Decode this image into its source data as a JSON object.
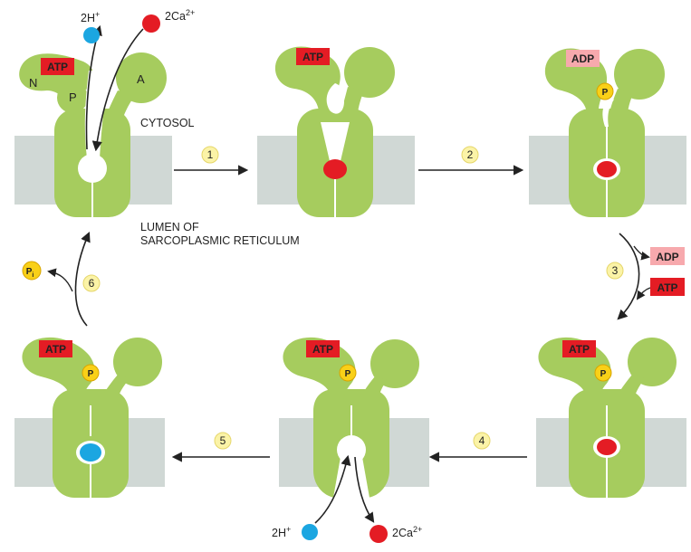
{
  "labels": {
    "cytosol": "CYTOSOL",
    "lumen_line1": "LUMEN OF",
    "lumen_line2": "SARCOPLASMIC RETICULUM"
  },
  "domains": {
    "n": "N",
    "p": "P",
    "a": "A"
  },
  "tags": {
    "atp": "ATP",
    "adp": "ADP",
    "phosphate": "P",
    "pi_main": "P",
    "pi_sub": "i"
  },
  "ions": {
    "h_base": "2H",
    "h_sup": "+",
    "ca_base": "2Ca",
    "ca_sup": "2+"
  },
  "steps": [
    "1",
    "2",
    "3",
    "4",
    "5",
    "6"
  ],
  "colors": {
    "protein": "#a6cc5e",
    "membrane": "#d0d8d5",
    "atp": "#e41c24",
    "adp": "#f7a9ad",
    "calcium": "#e41c24",
    "proton": "#1ba6e1",
    "phosphate": "#f9d018",
    "step_badge": "#fbf3a7",
    "arrow": "#222222"
  }
}
